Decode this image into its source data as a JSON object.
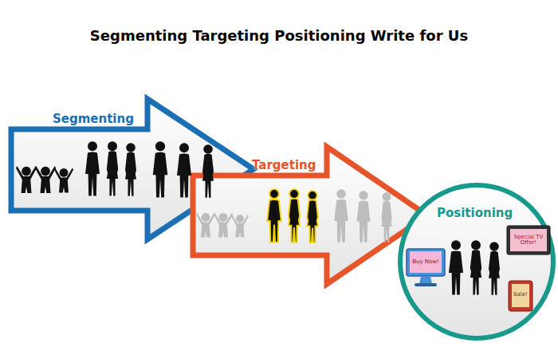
{
  "diagram": {
    "title": "Segmenting Targeting Positioning Write for Us",
    "nodes": [
      {
        "text": [
          "Segmenting"
        ]
      },
      {
        "text": [
          "Targeting"
        ]
      },
      {
        "text": [
          "Positioning"
        ]
      }
    ],
    "labels": [
      "Buy Now!",
      "Special TV Offer!",
      "Sale!"
    ]
  }
}
